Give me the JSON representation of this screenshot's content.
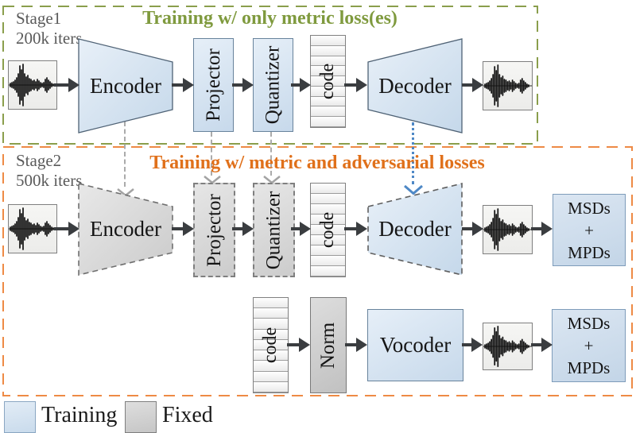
{
  "figure": {
    "stage1": {
      "label": "Stage1",
      "iterations": "200k iters",
      "title": "Training w/ only metric loss(es)",
      "encoder": "Encoder",
      "projector": "Projector",
      "quantizer": "Quantizer",
      "code": "code",
      "decoder": "Decoder"
    },
    "stage2": {
      "label": "Stage2",
      "iterations": "500k iters",
      "title": "Training w/ metric and adversarial losses",
      "encoder": "Encoder",
      "projector": "Projector",
      "quantizer": "Quantizer",
      "code": "code",
      "decoder": "Decoder",
      "discriminators": {
        "line1": "MSDs",
        "line2": "+",
        "line3": "MPDs"
      },
      "vocoder_branch": {
        "code": "code",
        "norm": "Norm",
        "vocoder": "Vocoder",
        "discriminators": {
          "line1": "MSDs",
          "line2": "+",
          "line3": "MPDs"
        }
      }
    },
    "legend": {
      "training": "Training",
      "fixed": "Fixed"
    },
    "colors": {
      "training_fill": "#cfdeee",
      "fixed_fill": "#d6d6d6",
      "stage1_border": "#8a9e4c",
      "stage1_title": "#7f9a3e",
      "stage2_border": "#ee8a45",
      "stage2_title": "#e0701a",
      "arrow": "#3a3d40",
      "transfer_arrow_gray": "#a3a3a3",
      "transfer_arrow_blue": "#4e88c6"
    },
    "icons": {
      "waveform": "waveform-icon"
    }
  }
}
